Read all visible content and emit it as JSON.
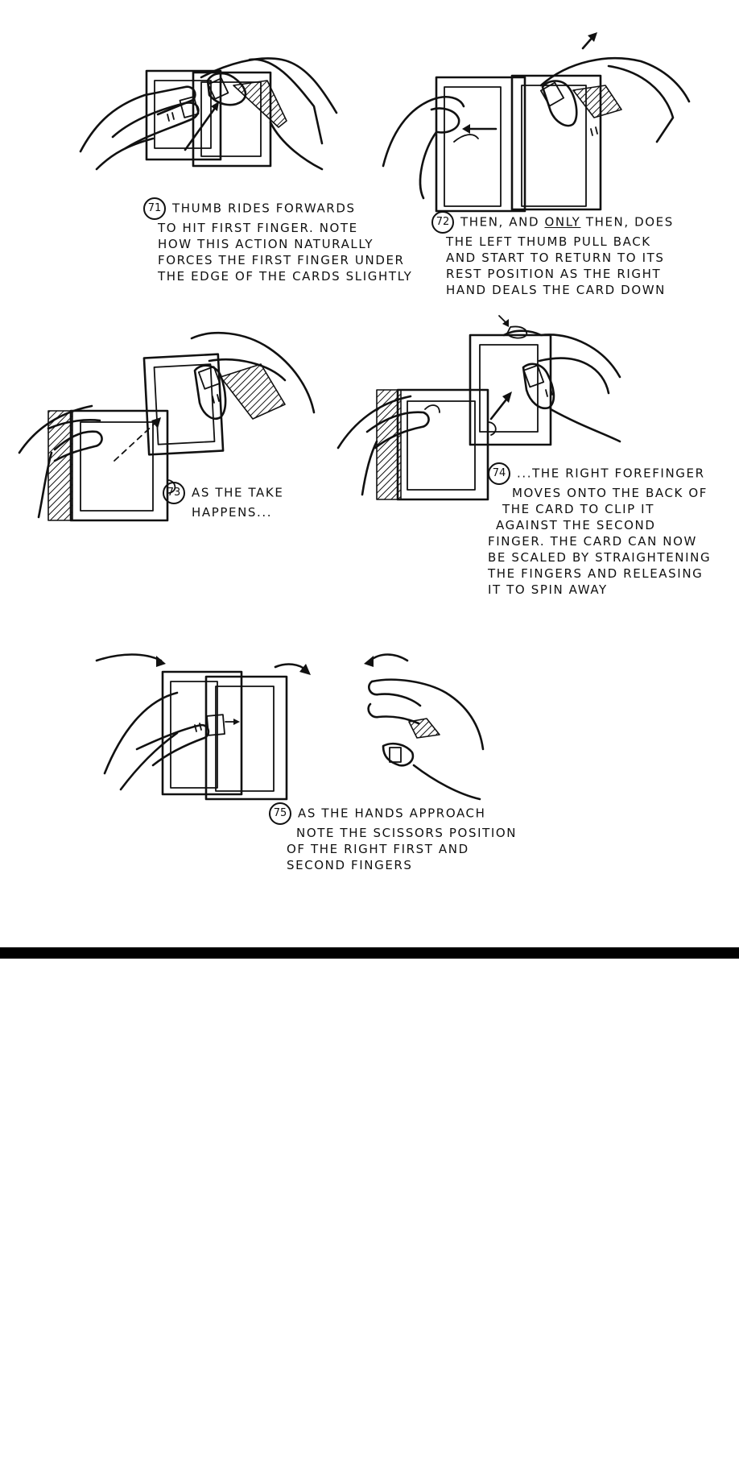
{
  "figures": [
    {
      "id": "fig71",
      "number": "71",
      "lines": [
        "THUMB RIDES FORWARDS",
        "TO HIT FIRST FINGER. NOTE",
        "HOW THIS ACTION NATURALLY",
        "FORCES THE FIRST FINGER UNDER",
        "THE EDGE OF THE CARDS SLIGHTLY"
      ]
    },
    {
      "id": "fig72",
      "number": "72",
      "first_line_pre": "THEN, AND ",
      "first_line_emph": "ONLY",
      "first_line_post": " THEN, DOES",
      "lines": [
        "THE LEFT THUMB PULL BACK",
        "AND START TO RETURN TO ITS",
        "REST POSITION AS THE RIGHT",
        "HAND DEALS THE CARD DOWN"
      ]
    },
    {
      "id": "fig73",
      "number": "73",
      "lines": [
        "AS THE TAKE",
        "HAPPENS..."
      ]
    },
    {
      "id": "fig74",
      "number": "74",
      "lines": [
        "...THE RIGHT FOREFINGER",
        "MOVES ONTO THE BACK OF",
        "THE CARD TO CLIP IT",
        "AGAINST THE SECOND",
        "FINGER. THE CARD CAN NOW",
        "BE SCALED BY STRAIGHTENING",
        "THE FINGERS AND RELEASING",
        "IT TO SPIN AWAY"
      ]
    },
    {
      "id": "fig75",
      "number": "75",
      "lines": [
        "AS THE HANDS APPROACH",
        "NOTE THE SCISSORS POSITION",
        "OF THE RIGHT FIRST AND",
        "SECOND FINGERS"
      ]
    }
  ]
}
